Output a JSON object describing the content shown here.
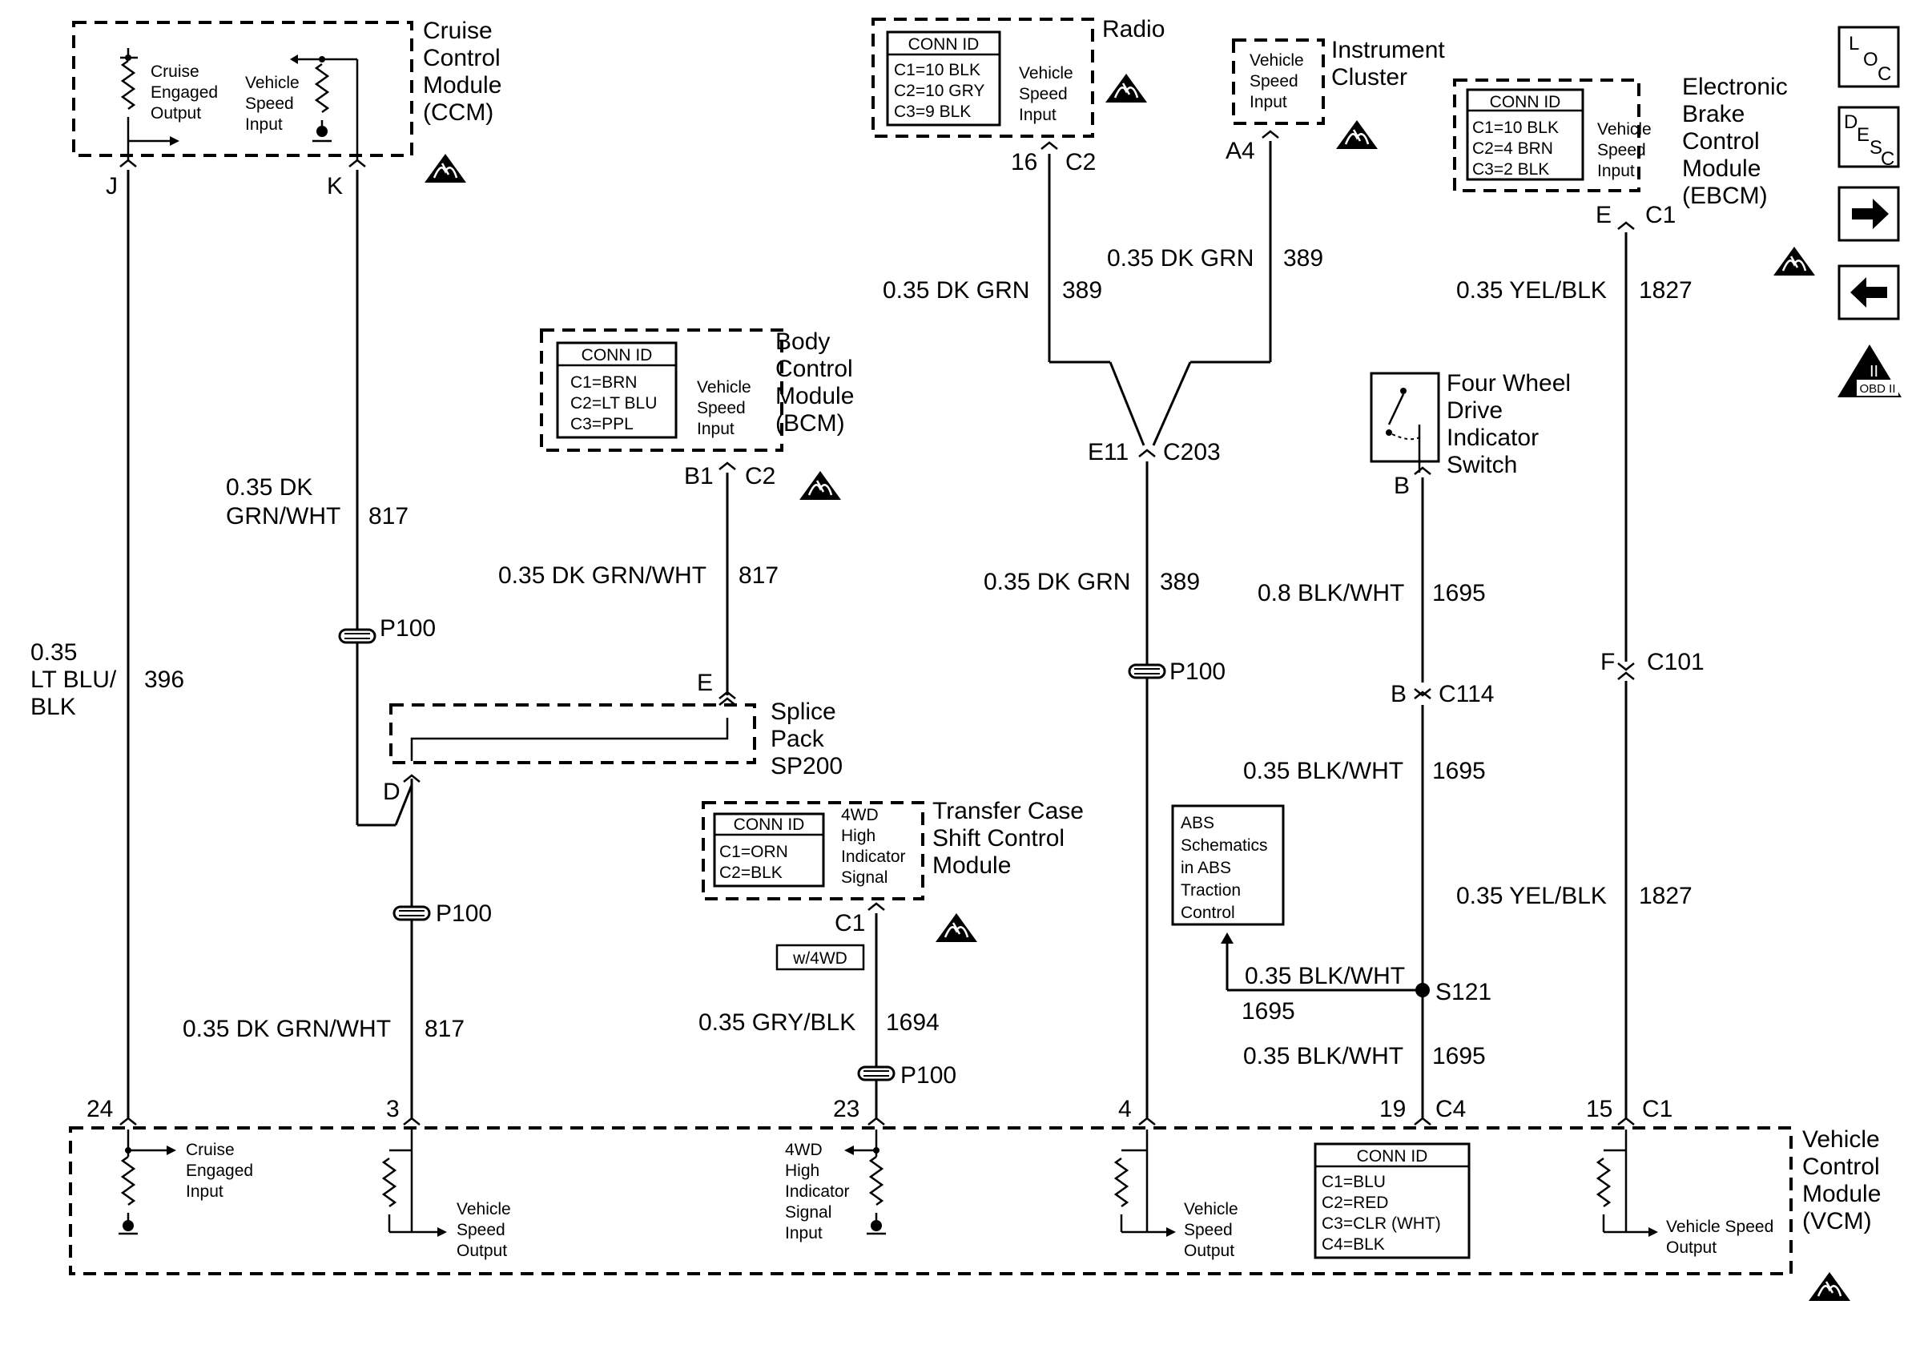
{
  "modules": {
    "ccm": {
      "name": [
        "Cruise",
        "Control",
        "Module",
        "(CCM)"
      ],
      "pin_output": [
        "Cruise",
        "Engaged",
        "Output"
      ],
      "pin_input": [
        "Vehicle",
        "Speed",
        "Input"
      ],
      "term_j": "J",
      "term_k": "K"
    },
    "radio": {
      "name": "Radio",
      "conn_title": "CONN ID",
      "conn_lines": [
        "C1=10 BLK",
        "C2=10 GRY",
        "C3=9 BLK"
      ],
      "pin_input": [
        "Vehicle",
        "Speed",
        "Input"
      ],
      "term_pin": "16",
      "term_conn": "C2"
    },
    "ipc": {
      "name": [
        "Instrument",
        "Cluster"
      ],
      "pin_input": [
        "Vehicle",
        "Speed",
        "Input"
      ],
      "term_pin": "A4"
    },
    "ebcm": {
      "name": [
        "Electronic",
        "Brake",
        "Control",
        "Module",
        "(EBCM)"
      ],
      "conn_title": "CONN ID",
      "conn_lines": [
        "C1=10 BLK",
        "C2=4 BRN",
        "C3=2 BLK"
      ],
      "pin_input": [
        "Vehicle",
        "Speed",
        "Input"
      ],
      "term_pin": "E",
      "term_conn": "C1"
    },
    "bcm": {
      "name": [
        "Body",
        "Control",
        "Module",
        "(BCM)"
      ],
      "conn_title": "CONN ID",
      "conn_lines": [
        "C1=BRN",
        "C2=LT BLU",
        "C3=PPL"
      ],
      "pin_input": [
        "Vehicle",
        "Speed",
        "Input"
      ],
      "term_pin": "B1",
      "term_conn": "C2"
    },
    "splice": {
      "name": [
        "Splice",
        "Pack",
        "SP200"
      ],
      "term_e": "E",
      "term_d": "D"
    },
    "tccm": {
      "name": [
        "Transfer Case",
        "Shift Control",
        "Module"
      ],
      "conn_title": "CONN ID",
      "conn_lines": [
        "C1=ORN",
        "C2=BLK"
      ],
      "pin_signal": [
        "4WD",
        "High",
        "Indicator",
        "Signal"
      ],
      "term_conn": "C1",
      "option": "w/4WD"
    },
    "switch4wd": {
      "name": [
        "Four Wheel",
        "Drive",
        "Indicator",
        "Switch"
      ],
      "term_pin": "B"
    },
    "abs_ref": {
      "lines": [
        "ABS",
        "Schematics",
        "in ABS",
        "Traction",
        "Control"
      ]
    },
    "vcm": {
      "name": [
        "Vehicle",
        "Control",
        "Module",
        "(VCM)"
      ],
      "conn_title": "CONN ID",
      "conn_lines": [
        "C1=BLU",
        "C2=RED",
        "C3=CLR (WHT)",
        "C4=BLK"
      ],
      "pin_cruise": [
        "Cruise",
        "Engaged",
        "Input"
      ],
      "pin_vso": [
        "Vehicle",
        "Speed",
        "Output"
      ],
      "pin_4wd": [
        "4WD",
        "High",
        "Indicator",
        "Signal",
        "Input"
      ],
      "pin_vso2": [
        "Vehicle Speed",
        "Output"
      ],
      "term_24": "24",
      "term_3": "3",
      "term_23": "23",
      "term_4": "4",
      "term_19": "19",
      "term_c4": "C4",
      "term_15": "15",
      "term_c1": "C1"
    }
  },
  "wires": {
    "w396": {
      "color": [
        "0.35",
        "LT BLU/",
        "BLK"
      ],
      "circuit": "396"
    },
    "w817a": {
      "color": [
        "0.35 DK",
        "GRN/WHT"
      ],
      "circuit": "817"
    },
    "w817b": {
      "color": "0.35 DK GRN/WHT",
      "circuit": "817"
    },
    "w817c": {
      "color": "0.35 DK GRN/WHT",
      "circuit": "817"
    },
    "w389a": {
      "color": "0.35 DK GRN",
      "circuit": "389"
    },
    "w389b": {
      "color": "0.35 DK GRN",
      "circuit": "389"
    },
    "w389c": {
      "color": "0.35 DK GRN",
      "circuit": "389"
    },
    "w1694": {
      "color": "0.35 GRY/BLK",
      "circuit": "1694"
    },
    "w1695a": {
      "color": "0.8 BLK/WHT",
      "circuit": "1695"
    },
    "w1695b": {
      "color": "0.35 BLK/WHT",
      "circuit": "1695"
    },
    "w1695c": {
      "color": "0.35 BLK/WHT",
      "circuit": "1695"
    },
    "w1695d": {
      "color": "0.35 BLK/WHT",
      "circuit": "1695"
    },
    "w1827a": {
      "color": "0.35 YEL/BLK",
      "circuit": "1827"
    },
    "w1827b": {
      "color": "0.35 YEL/BLK",
      "circuit": "1827"
    }
  },
  "connectors": {
    "p100": "P100",
    "c203_pin": "E11",
    "c203": "C203",
    "c114_pin": "B",
    "c114": "C114",
    "c101_pin": "F",
    "c101": "C101",
    "s121": "S121"
  },
  "nav": {
    "loc": [
      "L",
      "O",
      "C"
    ],
    "desc": [
      "D",
      "E",
      "S",
      "C"
    ],
    "obd": "OBD II",
    "obd_numeral": "II",
    "next_icon": "right-arrow-icon",
    "prev_icon": "left-arrow-icon"
  }
}
